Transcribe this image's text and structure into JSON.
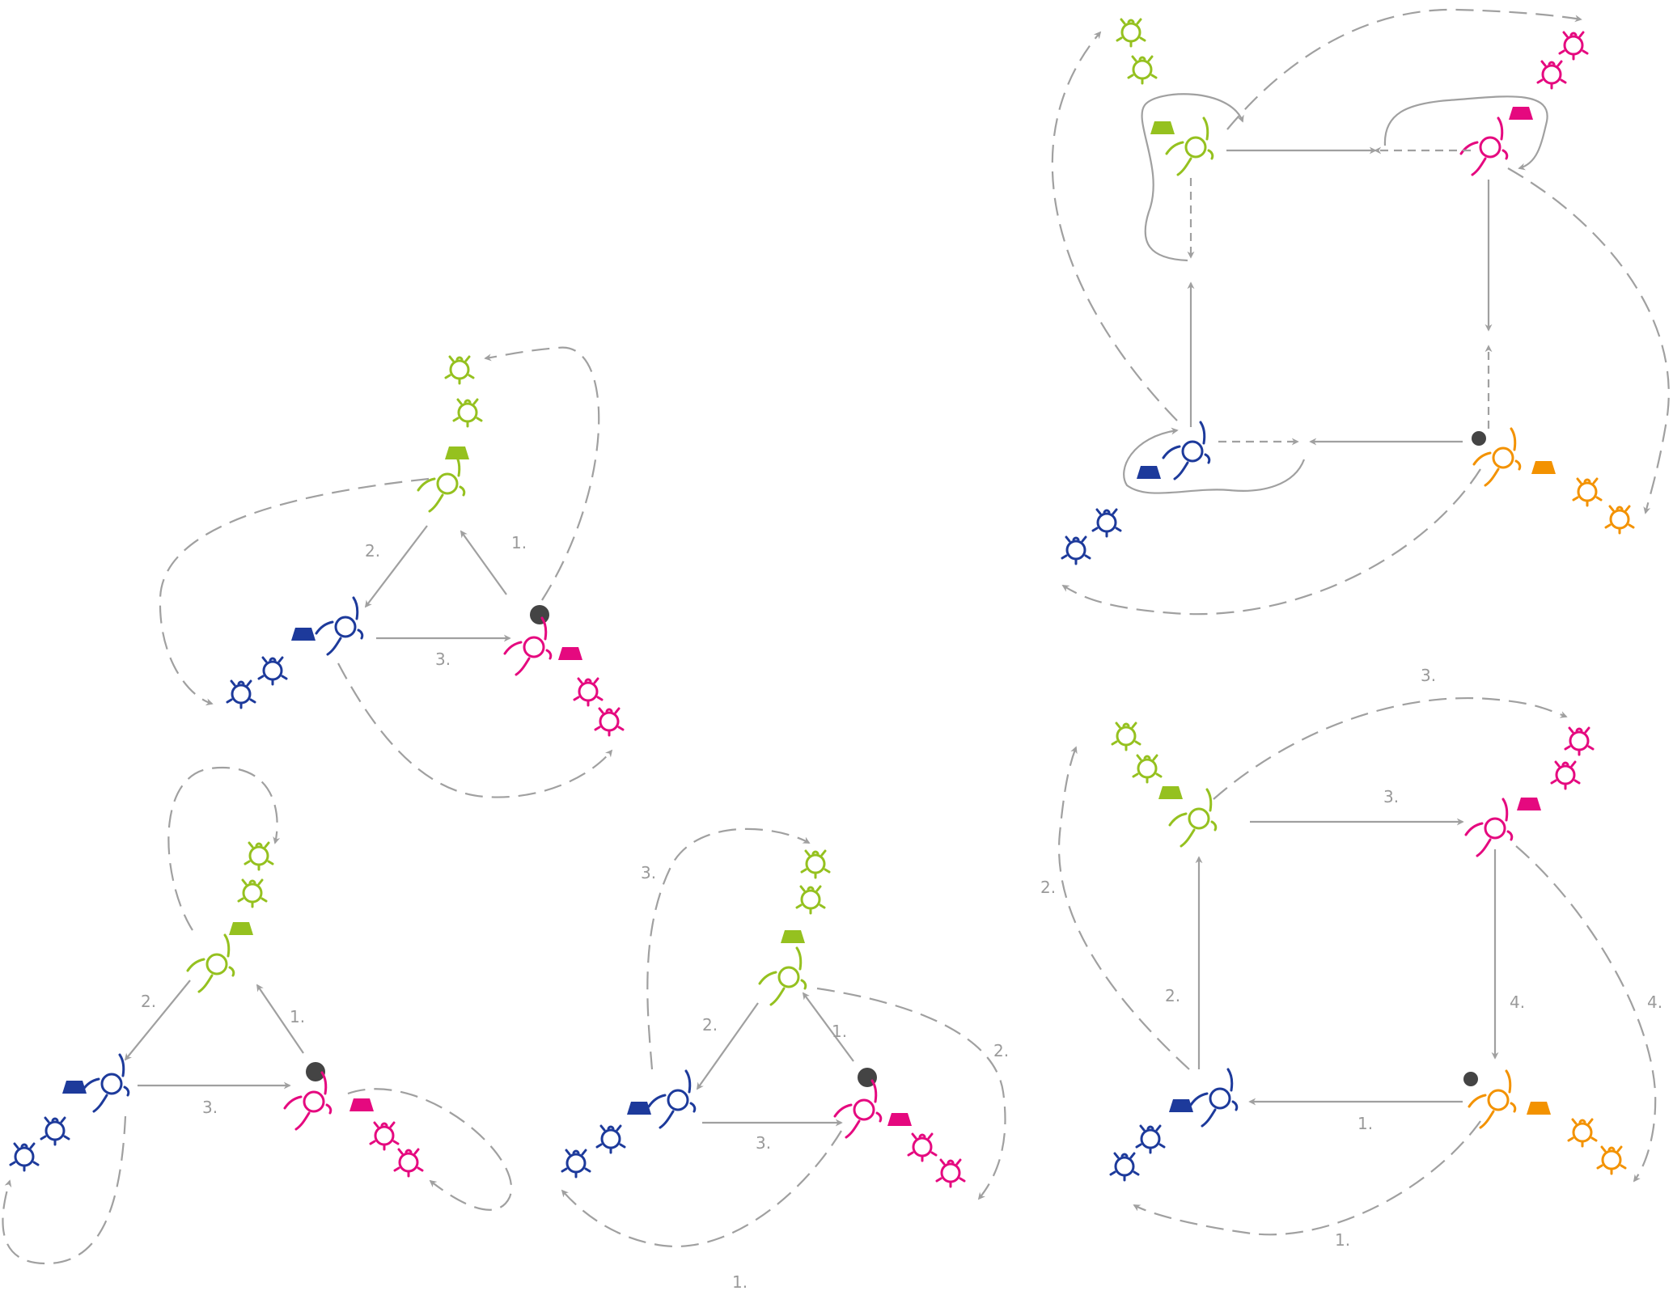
{
  "colors": {
    "green": "#95c11f",
    "blue": "#1d3a9b",
    "pink": "#e5097f",
    "orange": "#f39200",
    "arrow": "#a0a0a0",
    "dot": "#444444",
    "label": "#9a9a9a"
  },
  "icons": {
    "walker": "circle-walker-icon",
    "reserve": "turtle-icon",
    "tray": "trapezoid-token-icon",
    "dot": "black-dot-icon"
  },
  "diagrams": {
    "triangle_top": {
      "labels": [
        "1.",
        "2.",
        "3."
      ]
    },
    "triangle_bottom_left": {
      "labels": [
        "1.",
        "2.",
        "3."
      ]
    },
    "triangle_bottom_mid": {
      "labels": [
        "1.",
        "2.",
        "3.",
        "1.",
        "2.",
        "3."
      ]
    },
    "square_bottom": {
      "labels": [
        "3.",
        "3.",
        "2.",
        "2.",
        "4.",
        "4.",
        "1.",
        "1."
      ]
    }
  }
}
